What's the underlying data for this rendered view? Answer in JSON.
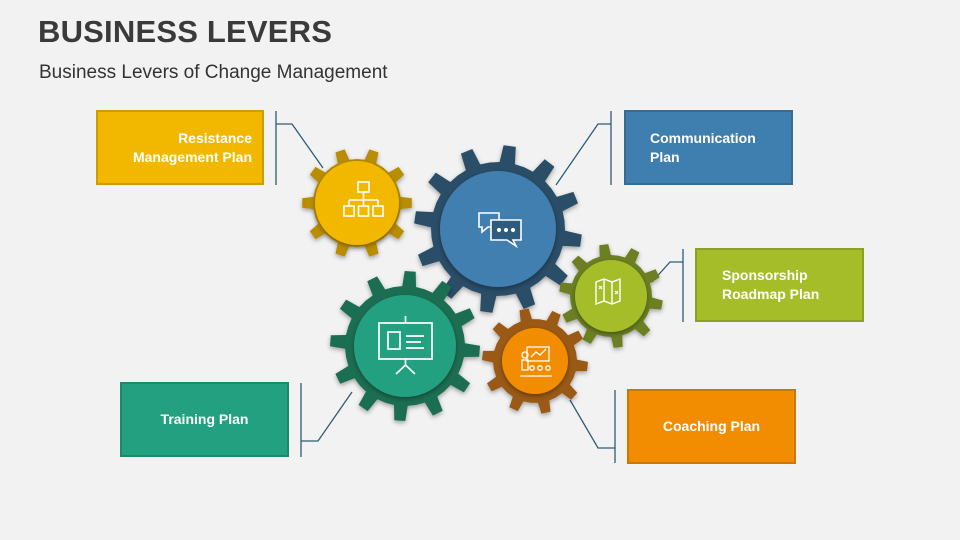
{
  "header": {
    "title": "BUSINESS LEVERS",
    "subtitle": "Business Levers of Change Management"
  },
  "levers": [
    {
      "label_line1": "Resistance",
      "label_line2": "Management Plan",
      "color": "#f2b800",
      "gear_color": "#b88d00",
      "icon": "org-chart-icon"
    },
    {
      "label_line1": "Communication",
      "label_line2": "Plan",
      "color": "#3f7fb0",
      "gear_color": "#2a4d68",
      "icon": "chat-bubbles-icon"
    },
    {
      "label_line1": "Sponsorship",
      "label_line2": "Roadmap Plan",
      "color": "#a6bd2a",
      "gear_color": "#6c7f23",
      "icon": "map-icon"
    },
    {
      "label_line1": "Training Plan",
      "label_line2": "",
      "color": "#22a07f",
      "gear_color": "#1b6e53",
      "icon": "presentation-board-icon"
    },
    {
      "label_line1": "Coaching Plan",
      "label_line2": "",
      "color": "#f28c00",
      "gear_color": "#9a5a14",
      "icon": "coach-icon"
    }
  ]
}
